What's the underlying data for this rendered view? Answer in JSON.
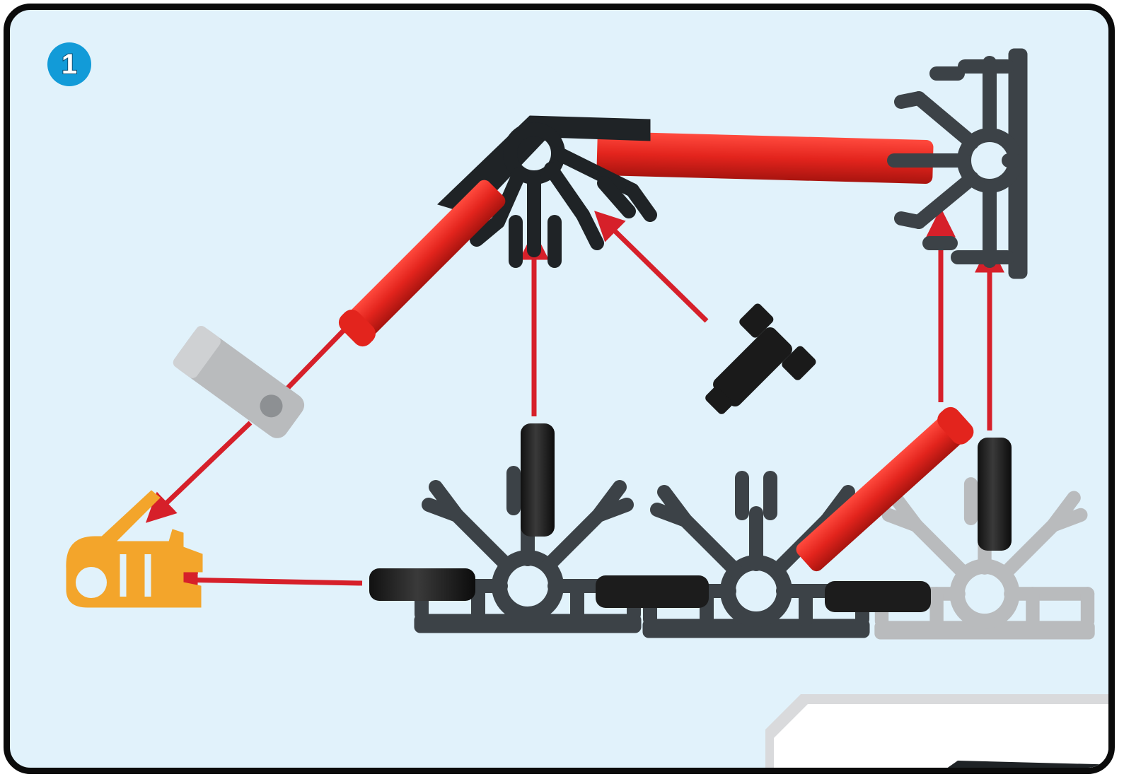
{
  "step": {
    "number": "1"
  },
  "colors": {
    "background": "#e1f2fb",
    "border": "#0b0b0b",
    "badge": "#129bd8",
    "arrow": "#d6202a",
    "rod_red": "#e3241d",
    "connector_dark_gray": "#3c4247",
    "connector_light_gray": "#b9bbbd",
    "connector_orange": "#f3a52b",
    "clip_black": "#1a1a1a"
  },
  "parts": [
    {
      "kind": "rod",
      "color": "red",
      "name": "red-rod-angled-left"
    },
    {
      "kind": "rod",
      "color": "red",
      "name": "red-rod-top"
    },
    {
      "kind": "rod",
      "color": "red",
      "name": "red-rod-diagonal-right"
    },
    {
      "kind": "connector",
      "color": "dark-gray",
      "name": "dark-gray-corner-connector"
    },
    {
      "kind": "connector",
      "color": "dark-gray",
      "name": "dark-gray-vertical-connector"
    },
    {
      "kind": "connector",
      "color": "dark-gray",
      "name": "dark-gray-half-wheel-left"
    },
    {
      "kind": "connector",
      "color": "dark-gray",
      "name": "dark-gray-half-wheel-middle"
    },
    {
      "kind": "connector",
      "color": "light-gray",
      "name": "light-gray-half-wheel"
    },
    {
      "kind": "connector",
      "color": "orange",
      "name": "orange-connector"
    },
    {
      "kind": "clip",
      "color": "light-gray",
      "name": "gray-clip"
    },
    {
      "kind": "clip",
      "color": "black",
      "name": "black-clip"
    },
    {
      "kind": "pin",
      "color": "black",
      "name": "black-pin"
    }
  ],
  "arrows": 6
}
